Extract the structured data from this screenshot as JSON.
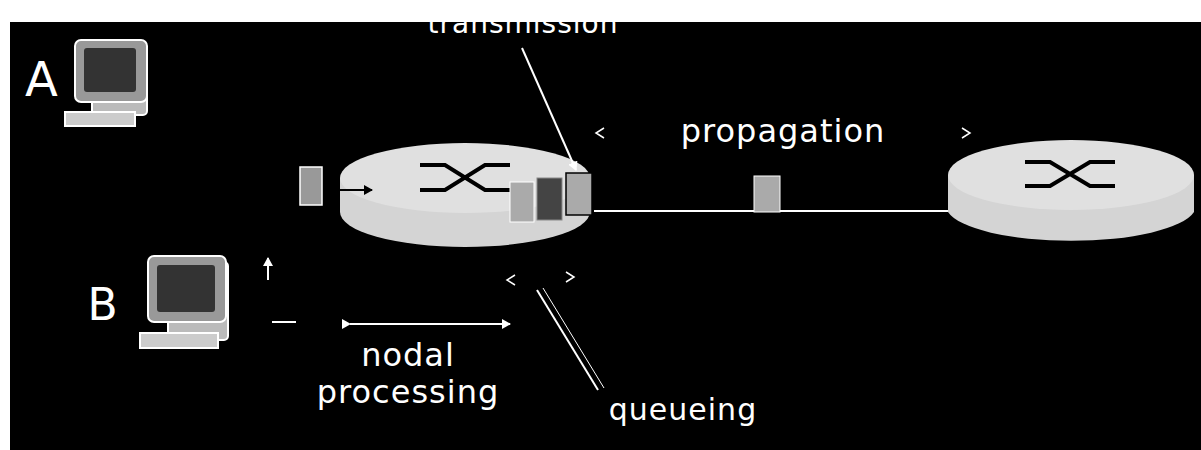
{
  "diagram": {
    "labels": [
      "transmission",
      "propagation",
      "A",
      "B",
      "nodal processing",
      "queueing"
    ]
  }
}
